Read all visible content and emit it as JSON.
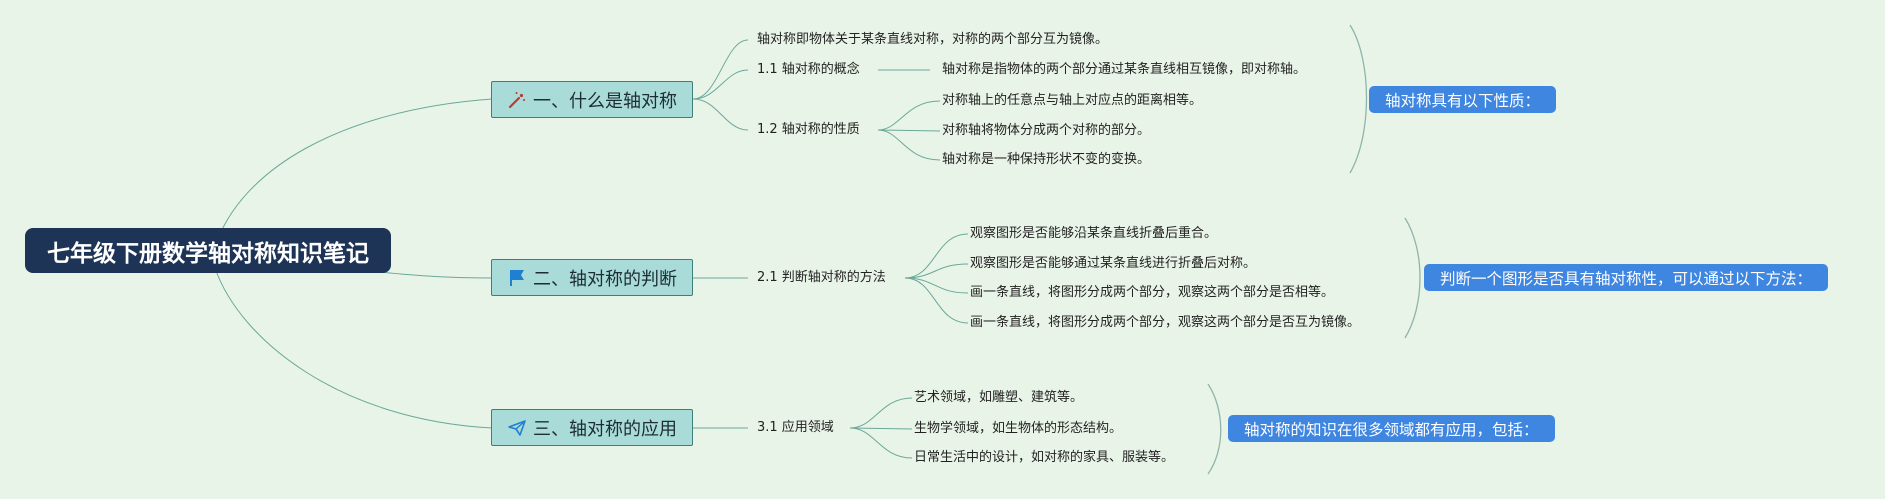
{
  "root": {
    "title": "七年级下册数学轴对称知识笔记"
  },
  "topics": [
    {
      "label": "一、什么是轴对称",
      "icon": "magic-wand-icon",
      "subs": [
        {
          "label": "轴对称即物体关于某条直线对称，对称的两个部分互为镜像。",
          "leaves": []
        },
        {
          "label": "1.1 轴对称的概念",
          "leaves": [
            "轴对称是指物体的两个部分通过某条直线相互镜像，即对称轴。"
          ]
        },
        {
          "label": "1.2 轴对称的性质",
          "leaves": [
            "对称轴上的任意点与轴上对应点的距离相等。",
            "对称轴将物体分成两个对称的部分。",
            "轴对称是一种保持形状不变的变换。"
          ]
        }
      ],
      "summary": "轴对称具有以下性质："
    },
    {
      "label": "二、轴对称的判断",
      "icon": "flag-icon",
      "subs": [
        {
          "label": "2.1 判断轴对称的方法",
          "leaves": [
            "观察图形是否能够沿某条直线折叠后重合。",
            "观察图形是否能够通过某条直线进行折叠后对称。",
            "画一条直线，将图形分成两个部分，观察这两个部分是否相等。",
            "画一条直线，将图形分成两个部分，观察这两个部分是否互为镜像。"
          ]
        }
      ],
      "summary": "判断一个图形是否具有轴对称性，可以通过以下方法："
    },
    {
      "label": "三、轴对称的应用",
      "icon": "paper-plane-icon",
      "subs": [
        {
          "label": "3.1 应用领域",
          "leaves": [
            "艺术领域，如雕塑、建筑等。",
            "生物学领域，如生物体的形态结构。",
            "日常生活中的设计，如对称的家具、服装等。"
          ]
        }
      ],
      "summary": "轴对称的知识在很多领域都有应用，包括："
    }
  ],
  "colors": {
    "background": "#e9f4e8",
    "root": "#1e3456",
    "topic_fill": "#a9dcd9",
    "topic_border": "#3f7f78",
    "summary": "#3f86e0",
    "line": "#6aa89a",
    "bracket": "#8fb5aa"
  }
}
